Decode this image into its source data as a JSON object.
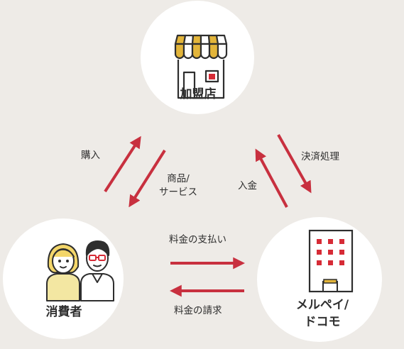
{
  "nodes": {
    "store": {
      "label": "加盟店",
      "icon": "store-awning-icon"
    },
    "consumer": {
      "label": "消費者",
      "icon": "people-icon"
    },
    "merpay": {
      "label_line1": "メルペイ/",
      "label_line2": "ドコモ",
      "icon": "office-building-icon"
    }
  },
  "edges": {
    "purchase": "購入",
    "goods_line1": "商品/",
    "goods_line2": "サービス",
    "settlement": "決済処理",
    "deposit": "入金",
    "payment": "料金の支払い",
    "billing": "料金の請求"
  },
  "colors": {
    "background": "#eeebe7",
    "arrow": "#c8303f",
    "awning_yellow": "#e3b53a",
    "accent_red": "#d62b36"
  }
}
